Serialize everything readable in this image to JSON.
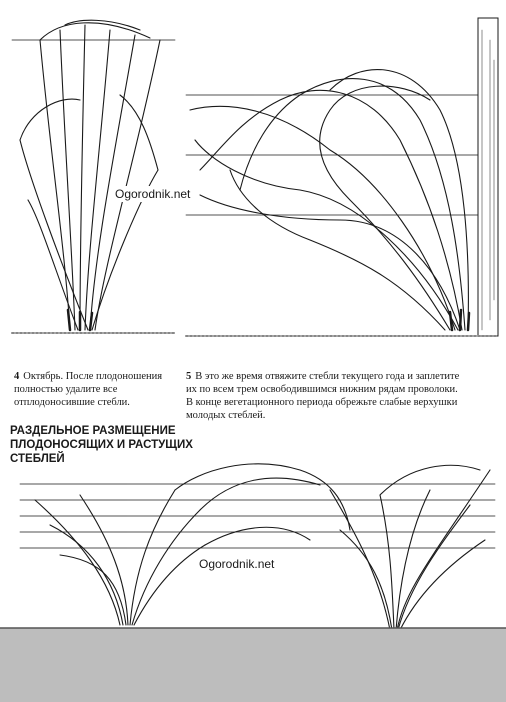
{
  "panel4": {
    "number": "4",
    "caption": "Октябрь. После плодоношения полностью удалите все отплодоносившие стебли."
  },
  "panel5": {
    "number": "5",
    "caption": "В это же время отвяжите стебли текущего года и заплетите их по всем трем освободившимся нижним рядам проволоки. В конце вегетационного периода обрежьте слабые верхушки молодых стеблей."
  },
  "section_heading": "РАЗДЕЛЬНОЕ РАЗМЕЩЕНИЕ ПЛОДОНОСЯЩИХ И РАСТУЩИХ СТЕБЛЕЙ",
  "watermark_top": "Ogorodnik.net",
  "watermark_bottom": "Ogorodnik.net",
  "colors": {
    "ink": "#1a1a1a",
    "soil": "#888888"
  }
}
